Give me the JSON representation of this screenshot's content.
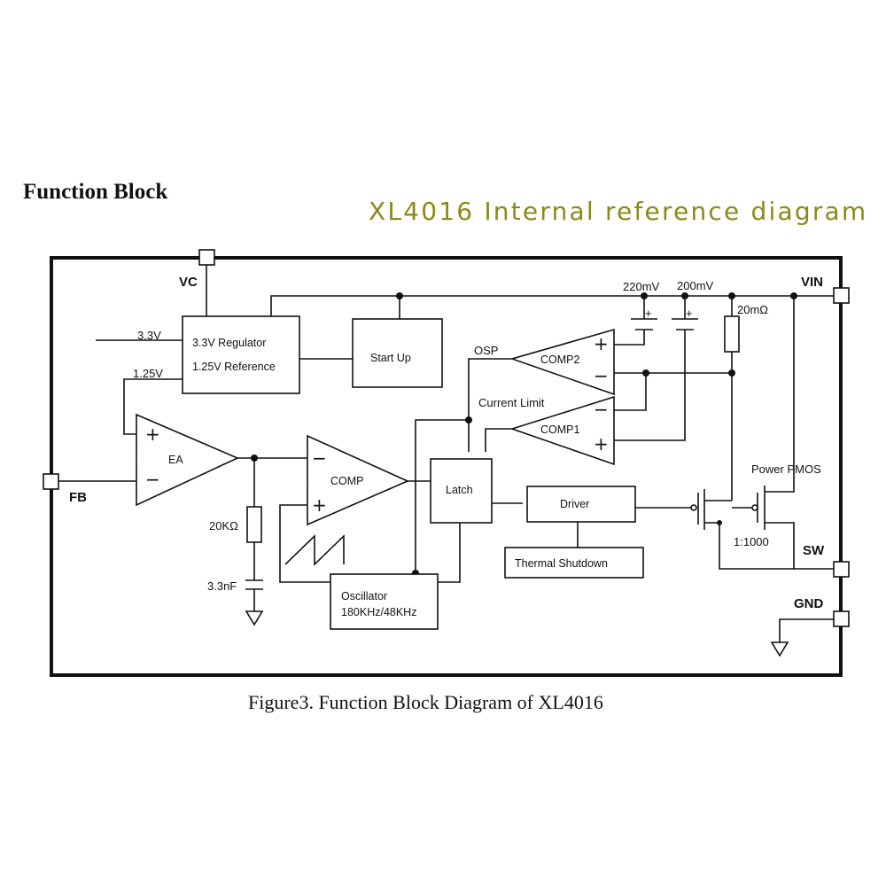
{
  "header": {
    "title": "Function Block",
    "banner": "XL4016 Internal reference diagram"
  },
  "caption": "Figure3. Function Block Diagram of XL4016",
  "pins": {
    "vc": "VC",
    "vin": "VIN",
    "fb": "FB",
    "sw": "SW",
    "gnd": "GND"
  },
  "blocks": {
    "regulator_line1": "3.3V Regulator",
    "regulator_line2": "1.25V Reference",
    "startup": "Start Up",
    "latch": "Latch",
    "driver": "Driver",
    "thermal": "Thermal Shutdown",
    "oscillator_line1": "Oscillator",
    "oscillator_line2": "180KHz/48KHz"
  },
  "amplifiers": {
    "ea": "EA",
    "comp": "COMP",
    "comp1": "COMP1",
    "comp2": "COMP2",
    "plus": "+",
    "minus": "−"
  },
  "labels": {
    "v33": "3.3V",
    "v125": "1.25V",
    "osp": "OSP",
    "current_limit": "Current Limit",
    "mv220": "220mV",
    "mv200": "200mV",
    "rsense": "20mΩ",
    "r20k": "20KΩ",
    "c33n": "3.3nF",
    "power_pmos": "Power PMOS",
    "ratio": "1:1000"
  },
  "colors": {
    "banner": "#8a8a1a",
    "lines": "#111111"
  }
}
